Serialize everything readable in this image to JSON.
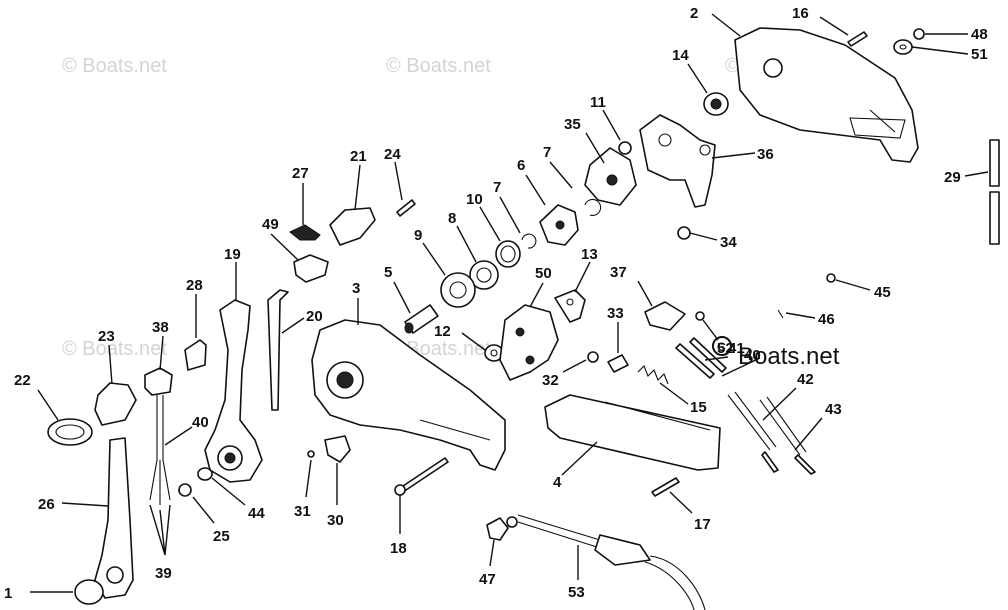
{
  "watermark": {
    "text": "© Boats.net",
    "highlight_text": "Boats.net"
  },
  "callouts": [
    {
      "id": "1"
    },
    {
      "id": "2"
    },
    {
      "id": "3"
    },
    {
      "id": "4"
    },
    {
      "id": "5"
    },
    {
      "id": "6"
    },
    {
      "id": "7a",
      "label": "7"
    },
    {
      "id": "7b",
      "label": "7"
    },
    {
      "id": "8"
    },
    {
      "id": "9"
    },
    {
      "id": "10"
    },
    {
      "id": "11"
    },
    {
      "id": "12"
    },
    {
      "id": "13"
    },
    {
      "id": "14"
    },
    {
      "id": "15"
    },
    {
      "id": "16"
    },
    {
      "id": "17"
    },
    {
      "id": "18"
    },
    {
      "id": "19"
    },
    {
      "id": "20"
    },
    {
      "id": "21"
    },
    {
      "id": "22"
    },
    {
      "id": "23"
    },
    {
      "id": "24"
    },
    {
      "id": "25"
    },
    {
      "id": "26"
    },
    {
      "id": "27"
    },
    {
      "id": "28"
    },
    {
      "id": "29"
    },
    {
      "id": "30"
    },
    {
      "id": "31"
    },
    {
      "id": "32"
    },
    {
      "id": "33"
    },
    {
      "id": "34"
    },
    {
      "id": "35"
    },
    {
      "id": "36"
    },
    {
      "id": "37"
    },
    {
      "id": "38"
    },
    {
      "id": "39"
    },
    {
      "id": "40a",
      "label": "40"
    },
    {
      "id": "40b",
      "label": "40"
    },
    {
      "id": "41"
    },
    {
      "id": "42"
    },
    {
      "id": "43"
    },
    {
      "id": "44"
    },
    {
      "id": "45"
    },
    {
      "id": "46"
    },
    {
      "id": "47"
    },
    {
      "id": "48"
    },
    {
      "id": "49"
    },
    {
      "id": "50"
    },
    {
      "id": "51"
    },
    {
      "id": "52"
    },
    {
      "id": "53"
    }
  ]
}
